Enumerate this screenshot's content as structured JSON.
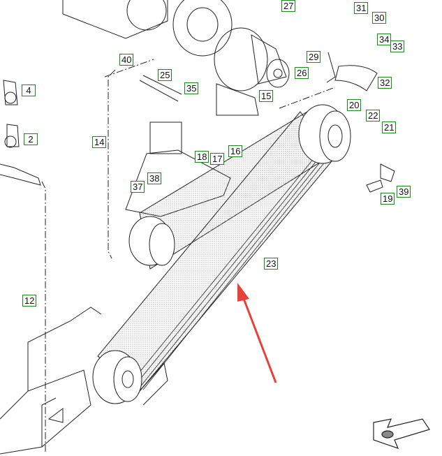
{
  "diagram": {
    "callouts": [
      "27",
      "31",
      "30",
      "40",
      "25",
      "26",
      "29",
      "34",
      "33",
      "4",
      "35",
      "15",
      "32",
      "2",
      "14",
      "20",
      "22",
      "21",
      "16",
      "18",
      "17",
      "37",
      "38",
      "39",
      "19",
      "23",
      "12"
    ],
    "colors": {
      "callout_border": "#1a8a1a",
      "highlight_arrow": "#e8413a",
      "line": "#222222"
    }
  }
}
